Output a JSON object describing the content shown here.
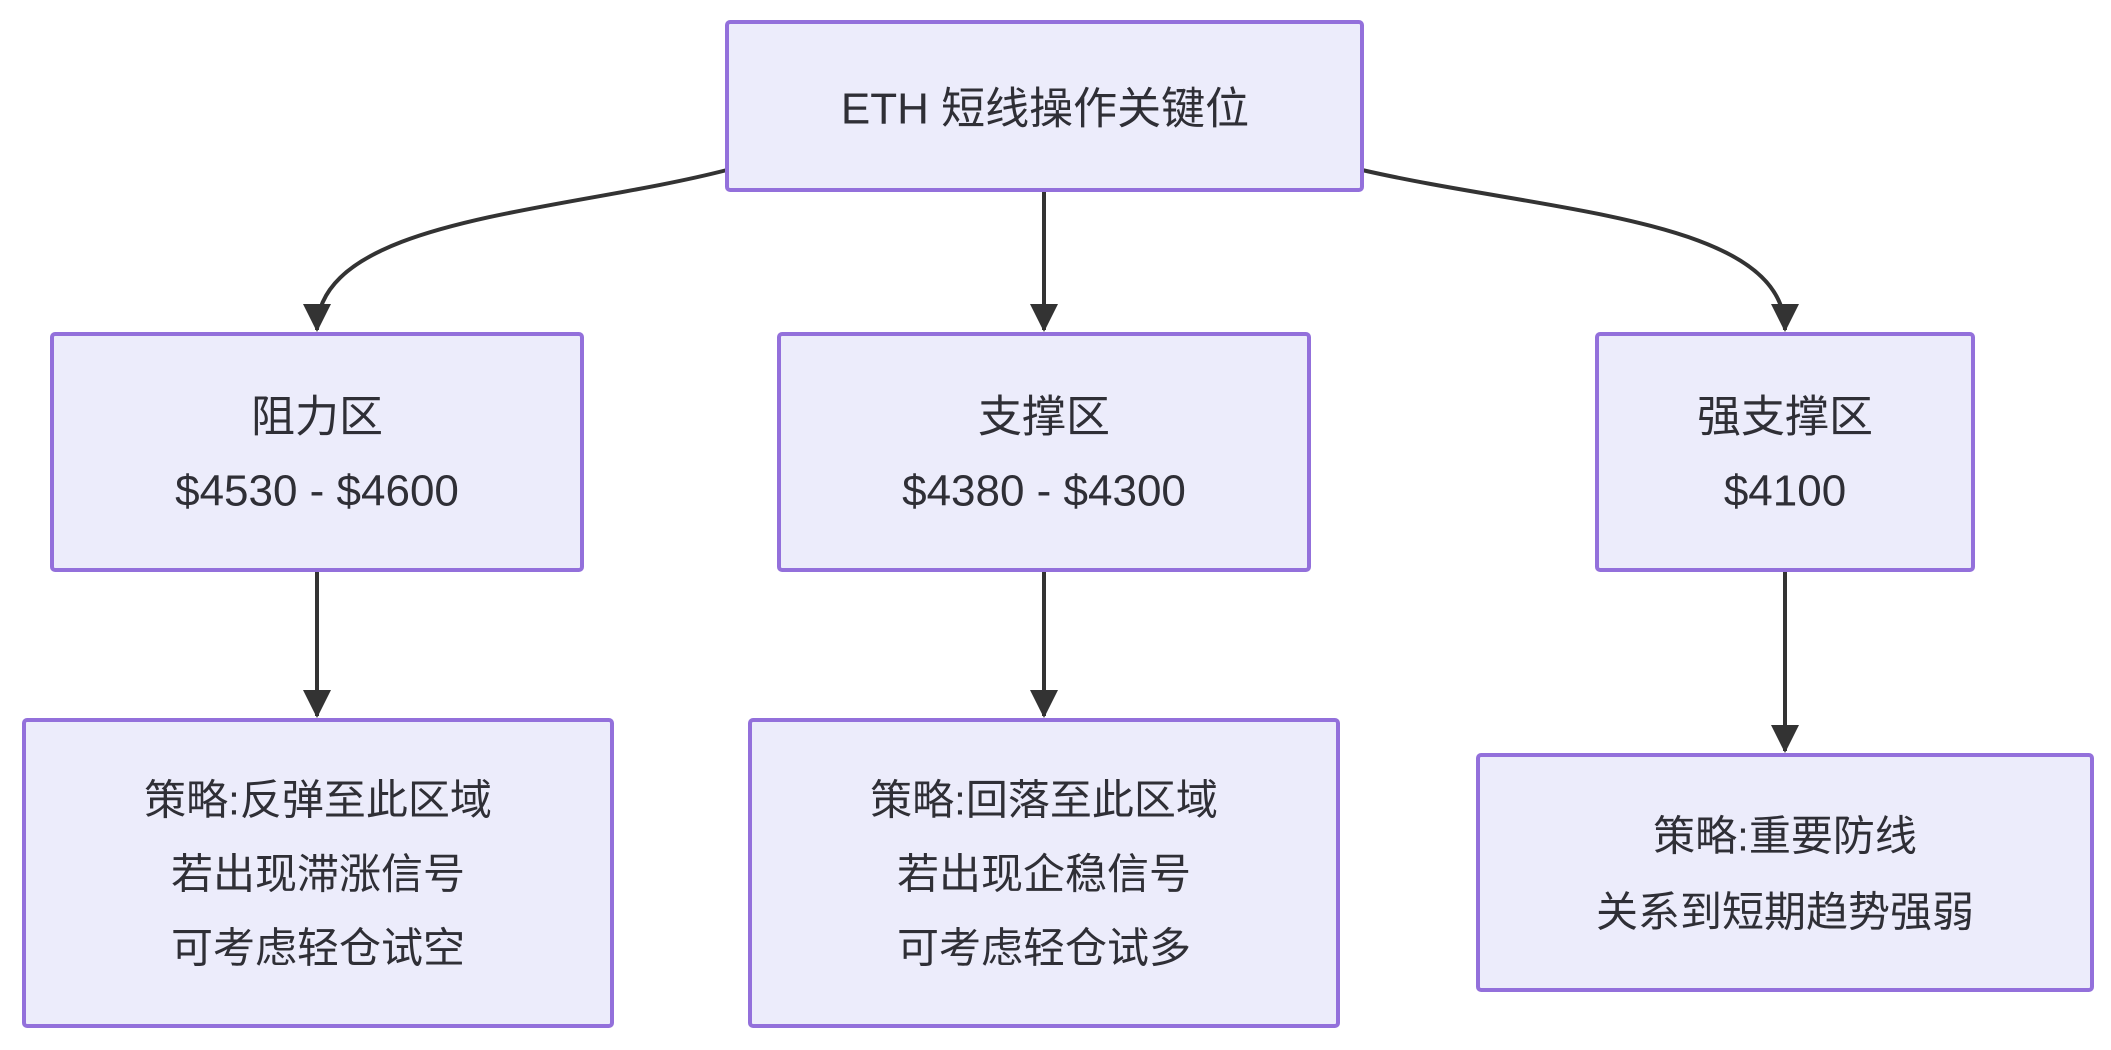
{
  "diagram": {
    "type": "flowchart",
    "background": "#FFFFFF",
    "root_node": {
      "id": "root",
      "label": "ETH 短线操作关键位"
    },
    "level_nodes": [
      {
        "id": "resistance-zone",
        "lines": [
          "阻力区",
          "$4530 - $4600"
        ]
      },
      {
        "id": "support-zone",
        "lines": [
          "支撑区",
          "$4380 - $4300"
        ]
      },
      {
        "id": "strong-support-zone",
        "lines": [
          "强支撑区",
          "$4100"
        ]
      }
    ],
    "strategy_nodes": [
      {
        "id": "resistance-strategy",
        "lines": [
          "策略:反弹至此区域",
          "若出现滞涨信号",
          "可考虑轻仓试空"
        ]
      },
      {
        "id": "support-strategy",
        "lines": [
          "策略:回落至此区域",
          "若出现企稳信号",
          "可考虑轻仓试多"
        ]
      },
      {
        "id": "strong-support-strategy",
        "lines": [
          "策略:重要防线",
          "关系到短期趋势强弱"
        ]
      }
    ],
    "connectors": [
      {
        "from": "root",
        "to": "resistance-zone"
      },
      {
        "from": "root",
        "to": "support-zone"
      },
      {
        "from": "root",
        "to": "strong-support-zone"
      },
      {
        "from": "resistance-zone",
        "to": "resistance-strategy"
      },
      {
        "from": "support-zone",
        "to": "support-strategy"
      },
      {
        "from": "strong-support-zone",
        "to": "strong-support-strategy"
      }
    ],
    "colors": {
      "node_fill": "#ECECFB",
      "node_border": "#9370DB",
      "connector": "#333333",
      "text": "#2F2F36",
      "background": "#FFFFFF"
    }
  }
}
